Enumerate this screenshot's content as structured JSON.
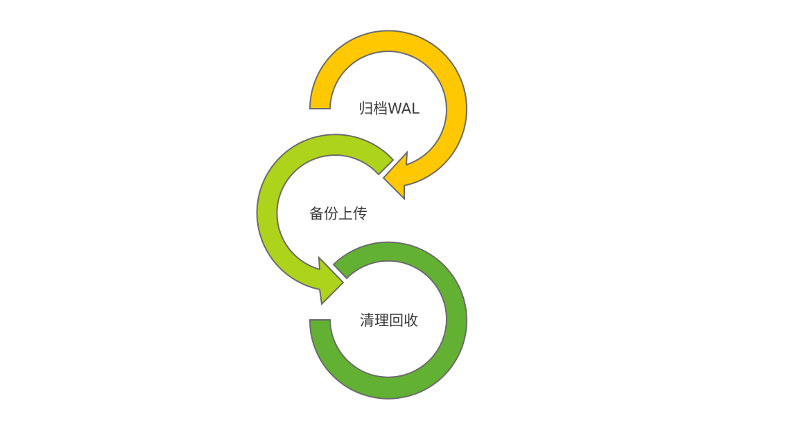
{
  "diagram": {
    "steps": [
      {
        "label": "归档WAL",
        "color": "#FFC800"
      },
      {
        "label": "备份上传",
        "color": "#ADD41A"
      },
      {
        "label": "清理回收",
        "color": "#63B132"
      }
    ],
    "outline_color": "#6B6B6B"
  }
}
